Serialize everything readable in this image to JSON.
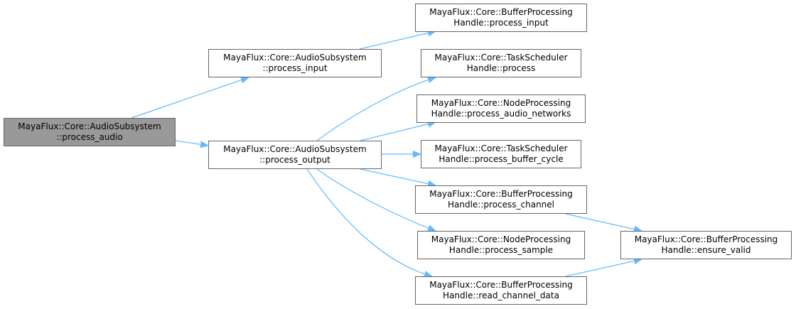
{
  "diagram": {
    "type": "call-graph",
    "edge_color": "#63b8ff",
    "root_fill": "#999999",
    "nodes": [
      {
        "id": "root",
        "line1": "MayaFlux::Core::AudioSubsystem",
        "line2": "::process_audio",
        "root": true
      },
      {
        "id": "as_process_input",
        "line1": "MayaFlux::Core::AudioSubsystem",
        "line2": "::process_input"
      },
      {
        "id": "as_process_output",
        "line1": "MayaFlux::Core::AudioSubsystem",
        "line2": "::process_output"
      },
      {
        "id": "bp_process_input",
        "line1": "MayaFlux::Core::BufferProcessing",
        "line2": "Handle::process_input"
      },
      {
        "id": "ts_process",
        "line1": "MayaFlux::Core::TaskScheduler",
        "line2": "Handle::process"
      },
      {
        "id": "np_process_audio_networks",
        "line1": "MayaFlux::Core::NodeProcessing",
        "line2": "Handle::process_audio_networks"
      },
      {
        "id": "ts_process_buffer_cycle",
        "line1": "MayaFlux::Core::TaskScheduler",
        "line2": "Handle::process_buffer_cycle"
      },
      {
        "id": "bp_process_channel",
        "line1": "MayaFlux::Core::BufferProcessing",
        "line2": "Handle::process_channel"
      },
      {
        "id": "np_process_sample",
        "line1": "MayaFlux::Core::NodeProcessing",
        "line2": "Handle::process_sample"
      },
      {
        "id": "bp_read_channel_data",
        "line1": "MayaFlux::Core::BufferProcessing",
        "line2": "Handle::read_channel_data"
      },
      {
        "id": "bp_ensure_valid",
        "line1": "MayaFlux::Core::BufferProcessing",
        "line2": "Handle::ensure_valid"
      }
    ],
    "edges": [
      {
        "from": "root",
        "to": "as_process_input"
      },
      {
        "from": "root",
        "to": "as_process_output"
      },
      {
        "from": "as_process_input",
        "to": "bp_process_input"
      },
      {
        "from": "as_process_output",
        "to": "ts_process"
      },
      {
        "from": "as_process_output",
        "to": "np_process_audio_networks"
      },
      {
        "from": "as_process_output",
        "to": "ts_process_buffer_cycle"
      },
      {
        "from": "as_process_output",
        "to": "bp_process_channel"
      },
      {
        "from": "as_process_output",
        "to": "np_process_sample"
      },
      {
        "from": "as_process_output",
        "to": "bp_read_channel_data"
      },
      {
        "from": "bp_process_channel",
        "to": "bp_ensure_valid"
      },
      {
        "from": "bp_read_channel_data",
        "to": "bp_ensure_valid"
      }
    ]
  }
}
